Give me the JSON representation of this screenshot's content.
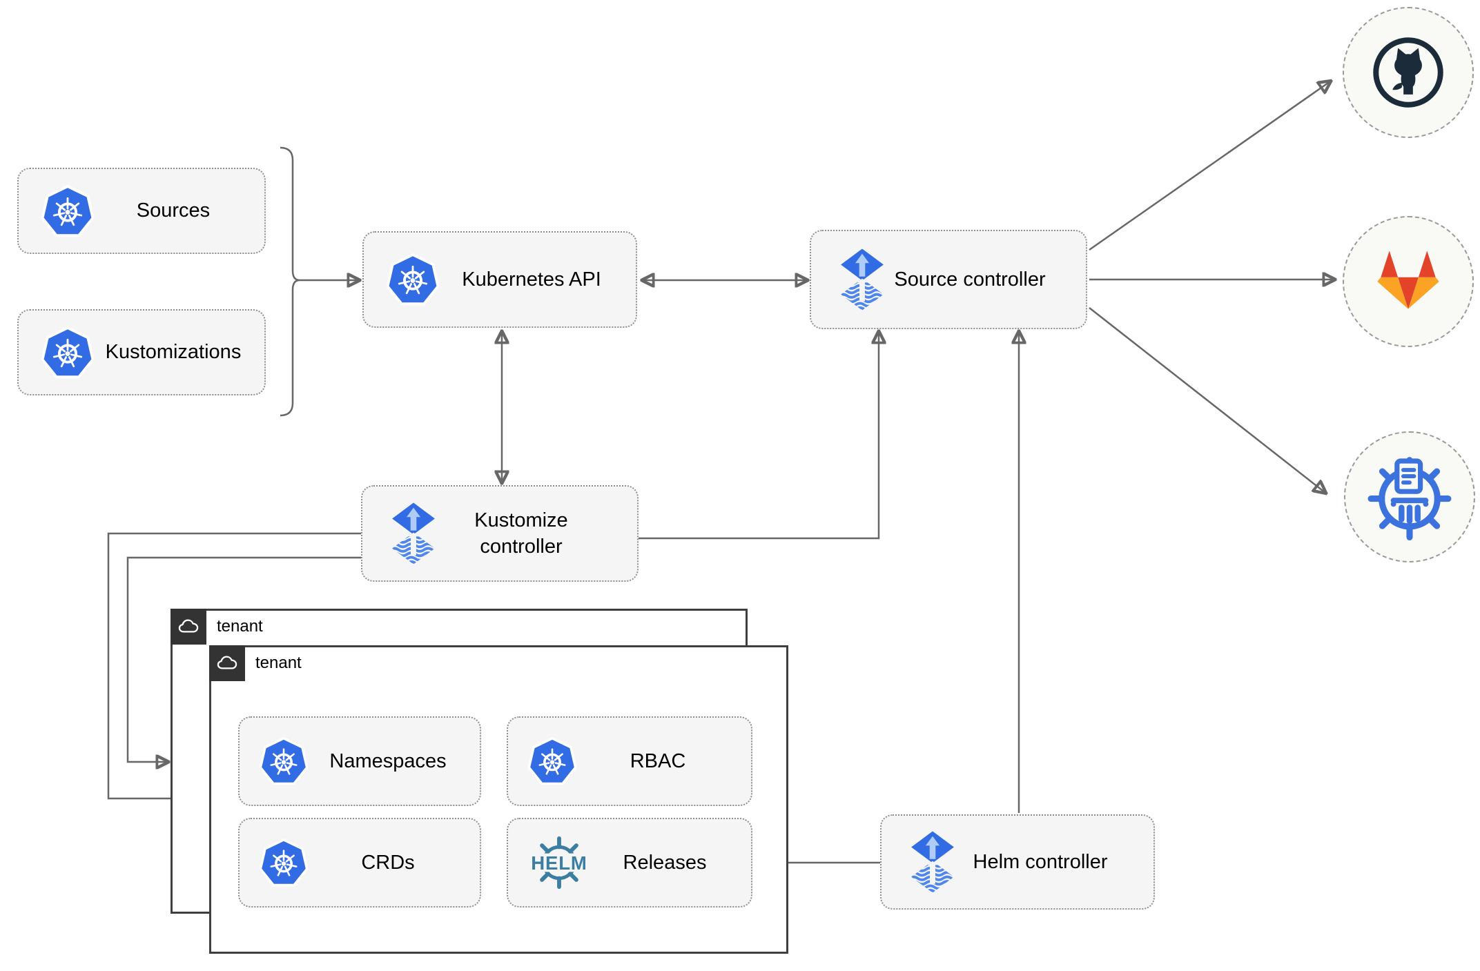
{
  "diagram": {
    "nodes": {
      "sources": {
        "label": "Sources"
      },
      "kustomizations": {
        "label": "Kustomizations"
      },
      "kubernetes_api": {
        "label": "Kubernetes API"
      },
      "source_controller": {
        "label": "Source controller"
      },
      "kustomize_controller": {
        "label": "Kustomize controller"
      },
      "helm_controller": {
        "label": "Helm controller"
      },
      "namespaces": {
        "label": "Namespaces"
      },
      "rbac": {
        "label": "RBAC"
      },
      "crds": {
        "label": "CRDs"
      },
      "releases": {
        "label": "Releases"
      }
    },
    "tenants": {
      "outer": {
        "label": "tenant"
      },
      "inner": {
        "label": "tenant"
      }
    },
    "icon_text": {
      "helm": "HELM"
    },
    "icons": [
      "kubernetes-icon",
      "flux-icon",
      "helm-wheel-icon",
      "cloud-icon",
      "github-icon",
      "gitlab-icon",
      "chartmuseum-icon"
    ],
    "colors": {
      "kubernetes_blue": "#326CE5",
      "flux_blue": "#316CE4",
      "helm_teal": "#3B7EA1",
      "github_dark": "#1B2B3A",
      "gitlab_red": "#E24329",
      "gitlab_orange": "#FCA326",
      "chartmuseum_blue": "#3B72DE",
      "connector_gray": "#676767",
      "node_fill": "#F5F5F5",
      "node_border": "#8F8F8F",
      "tenant_border": "#3F3F3F",
      "tenant_tab": "#333333"
    }
  }
}
